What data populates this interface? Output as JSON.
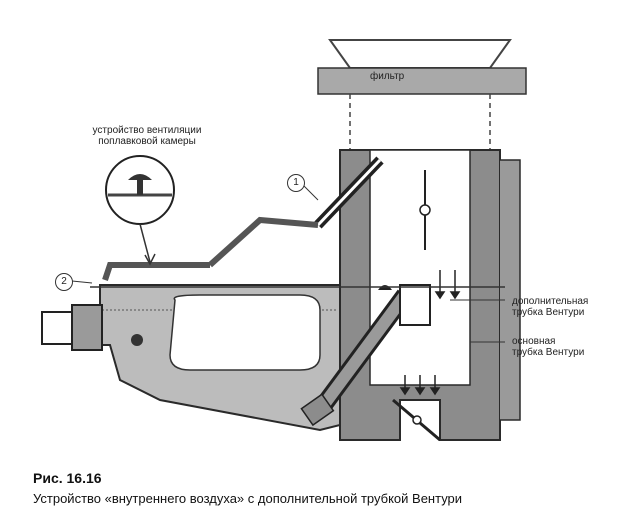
{
  "filter_label": "фильтр",
  "vent_label_line1": "устройство вентиляции",
  "vent_label_line2": "поплавковой камеры",
  "callout_1": "1",
  "callout_2": "2",
  "venturi_extra_line1": "дополнительная",
  "venturi_extra_line2": "трубка Вентури",
  "venturi_main_line1": "основная",
  "venturi_main_line2": "трубка Вентури",
  "caption_title": "Рис. 16.16",
  "caption_text": "Устройство «внутреннего воздуха» с дополнительной трубкой Вентури"
}
